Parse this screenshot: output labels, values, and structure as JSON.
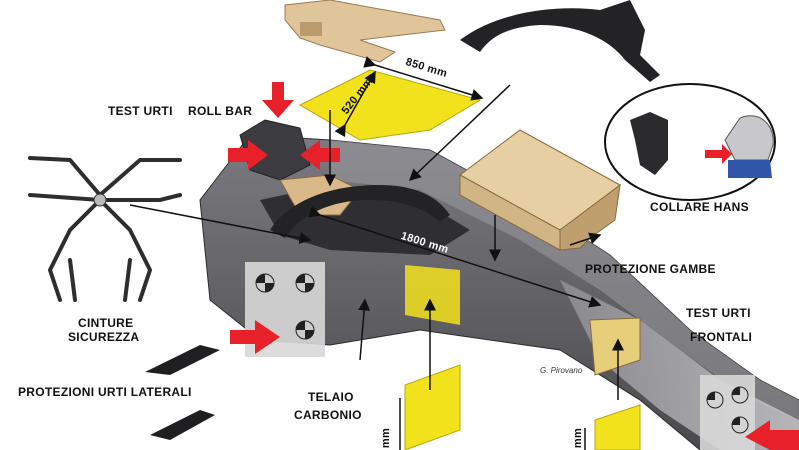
{
  "labels": {
    "test_urti": "TEST URTI",
    "roll_bar": "ROLL BAR",
    "collare_hans": "COLLARE HANS",
    "protezione_gambe": "PROTEZIONE GAMBE",
    "test_urti_frontali_1": "TEST URTI",
    "test_urti_frontali_2": "FRONTALI",
    "cinture_1": "CINTURE",
    "cinture_2": "SICUREZZA",
    "protezioni_laterali": "PROTEZIONI URTI LATERALI",
    "telaio_1": "TELAIO",
    "telaio_2": "CARBONIO",
    "signature": "G. Pirovano"
  },
  "dimensions": {
    "width_850": "850 mm",
    "depth_520": "520 mm",
    "length_1800": "1800 mm",
    "side_mm_left": "mm",
    "side_mm_right": "mm"
  },
  "colors": {
    "carbon_dark": "#4a4a4e",
    "carbon_mid": "#6b6b70",
    "carbon_light": "#8e8e93",
    "pad_yellow": "#f2e21c",
    "foam_tan": "#d9b98a",
    "arrow_red": "#e8202a"
  }
}
